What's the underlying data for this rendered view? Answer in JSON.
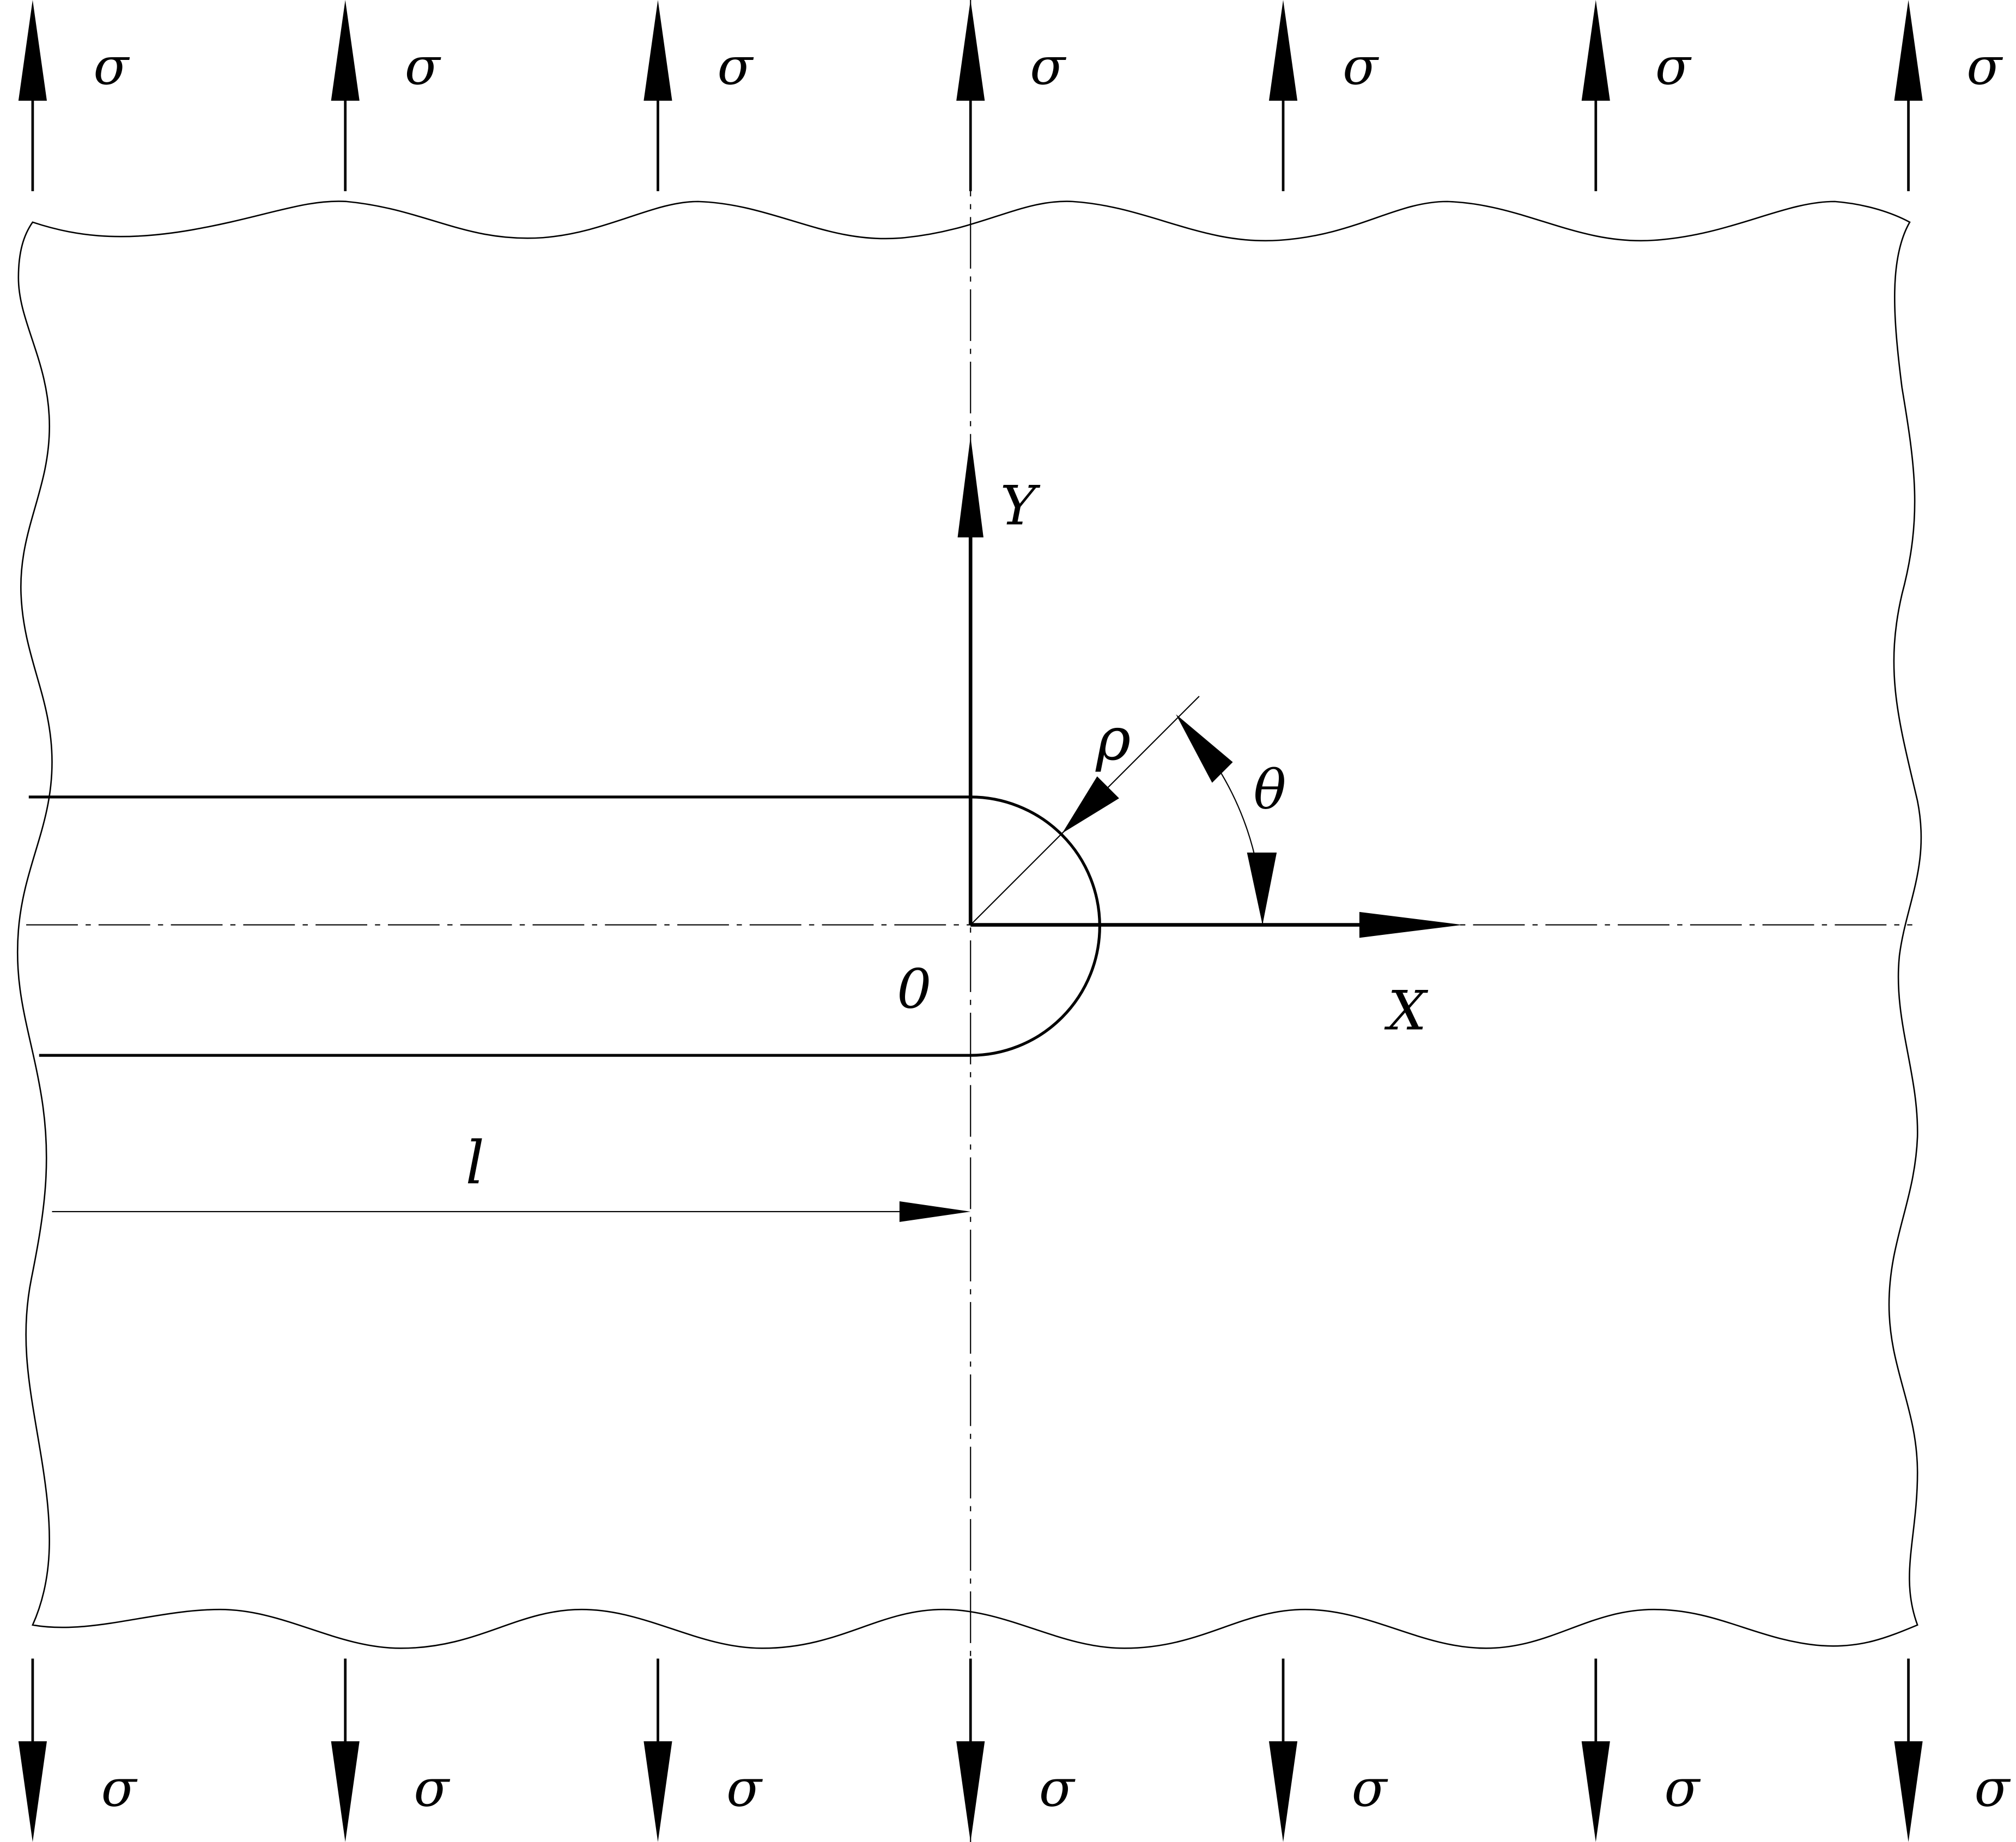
{
  "labels": {
    "sigma": "σ",
    "y_axis": "Y",
    "x_axis": "X",
    "origin": "0",
    "rho": "ρ",
    "theta": "θ",
    "length": "l"
  },
  "colors": {
    "ink": "#000000",
    "background": "#ffffff"
  }
}
